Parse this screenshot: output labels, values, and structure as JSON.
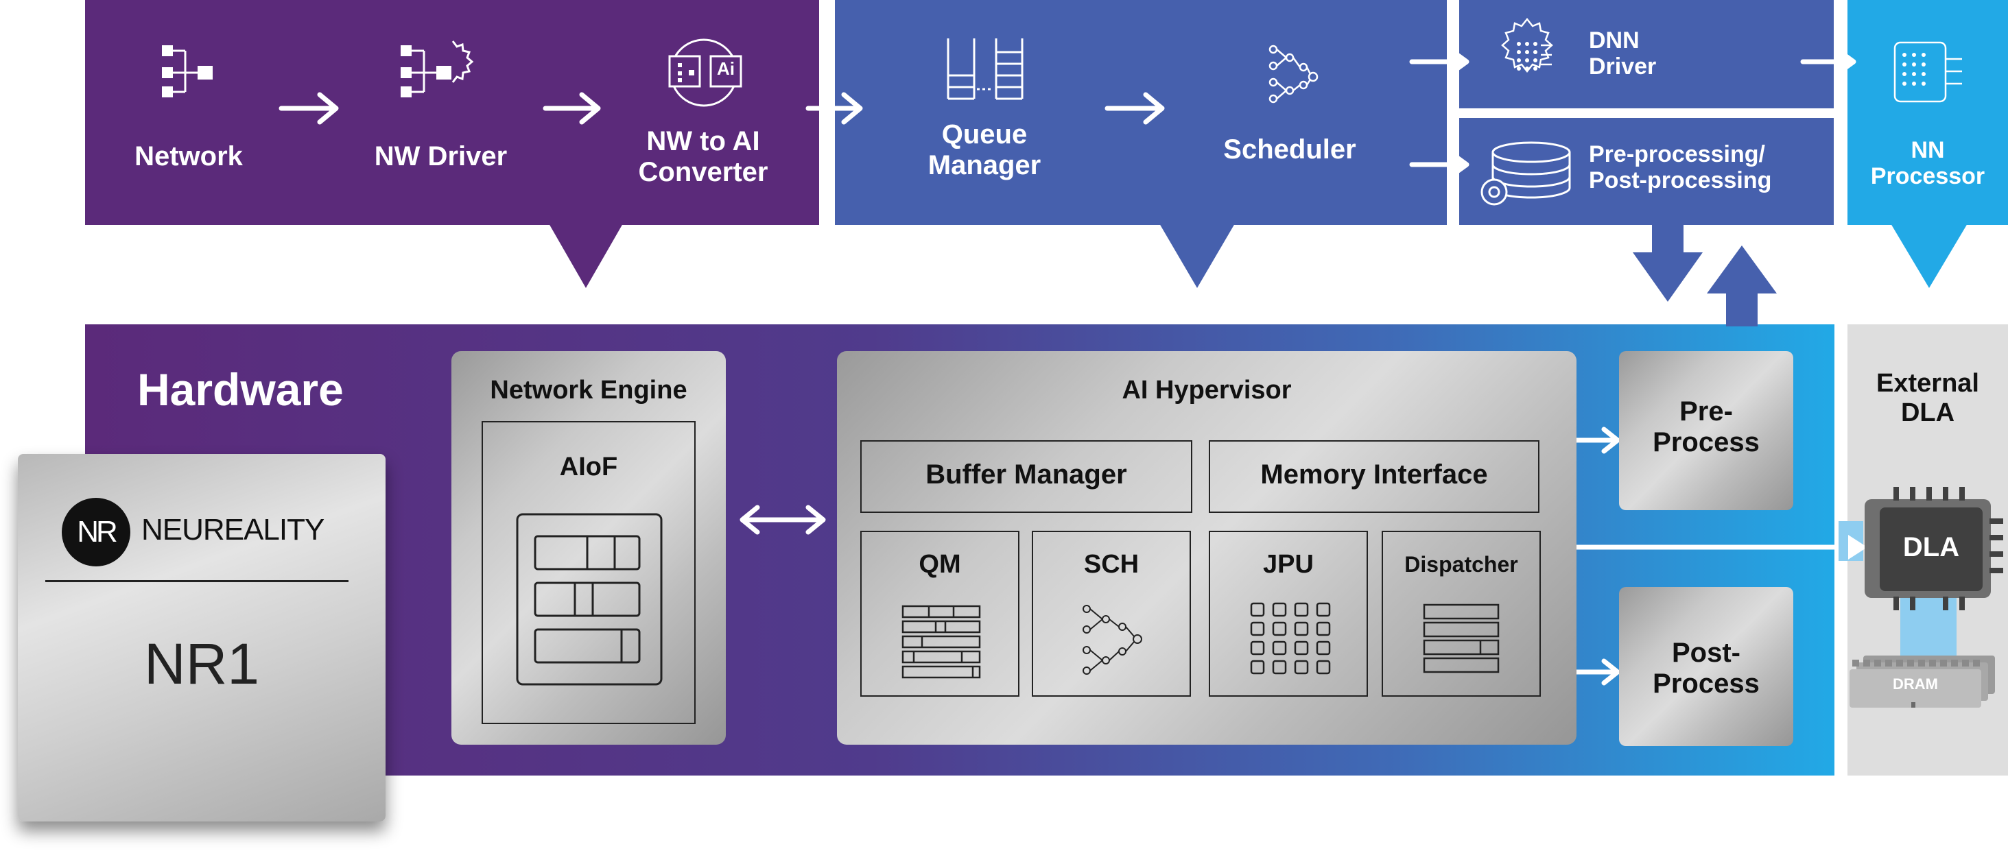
{
  "top_row": {
    "network": "Network",
    "nw_driver": "NW Driver",
    "converter_line1": "NW to AI",
    "converter_line2": "Converter",
    "converter_icon_text": "Ai",
    "queue_manager_line1": "Queue",
    "queue_manager_line2": "Manager",
    "scheduler": "Scheduler",
    "dnn_driver_line1": "DNN",
    "dnn_driver_line2": "Driver",
    "prepost_line1": "Pre-processing/",
    "prepost_line2": "Post-processing",
    "nn_processor_line1": "NN",
    "nn_processor_line2": "Processor"
  },
  "hardware": {
    "title": "Hardware",
    "network_engine": "Network Engine",
    "aiof": "AIoF",
    "ai_hypervisor": "AI Hypervisor",
    "buffer_manager": "Buffer Manager",
    "memory_interface": "Memory Interface",
    "qm": "QM",
    "sch": "SCH",
    "jpu": "JPU",
    "dispatcher": "Dispatcher",
    "pre_process_line1": "Pre-",
    "pre_process_line2": "Process",
    "post_process_line1": "Post-",
    "post_process_line2": "Process"
  },
  "external": {
    "title_line1": "External",
    "title_line2": "DLA",
    "dla": "DLA",
    "dram": "DRAM"
  },
  "chip": {
    "logo_mark": "NR",
    "brand": "NEUREALITY",
    "model": "NR1"
  },
  "colors": {
    "purple": "#5b2a7a",
    "blue": "#4660ad",
    "cyan": "#22a9e6",
    "grey_panel": "#dedede"
  }
}
